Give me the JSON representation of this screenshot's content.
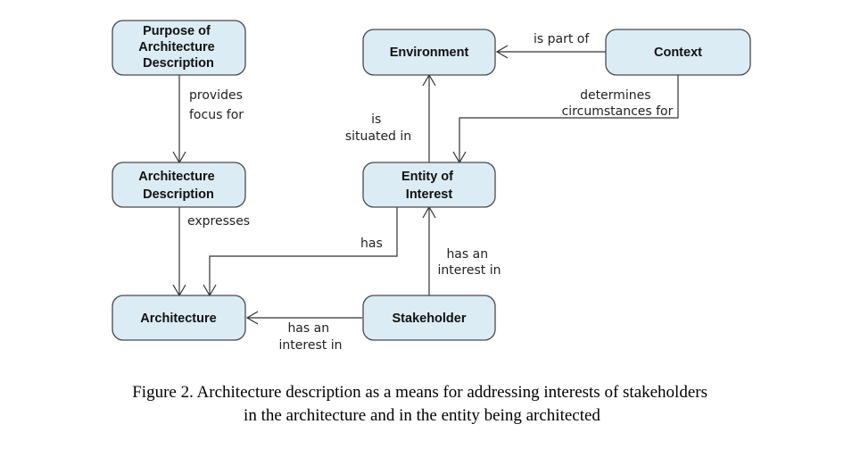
{
  "nodes": {
    "purpose": [
      "Purpose of",
      "Architecture",
      "Description"
    ],
    "architecture_description": [
      "Architecture",
      "Description"
    ],
    "architecture": [
      "Architecture"
    ],
    "environment": [
      "Environment"
    ],
    "context": [
      "Context"
    ],
    "entity_of_interest": [
      "Entity of",
      "Interest"
    ],
    "stakeholder": [
      "Stakeholder"
    ]
  },
  "edges": {
    "provides_focus_for": [
      "provides",
      "focus for"
    ],
    "expresses": [
      "expresses"
    ],
    "is_part_of": [
      "is part of"
    ],
    "determines_circumstances_for": [
      "determines",
      "circumstances for"
    ],
    "is_situated_in": [
      "is",
      "situated in"
    ],
    "has": [
      "has"
    ],
    "stakeholder_interest_entity": [
      "has an",
      "interest in"
    ],
    "stakeholder_interest_architecture": [
      "has an",
      "interest in"
    ]
  },
  "caption": {
    "line1": "Figure 2. Architecture description as a means for addressing interests of stakeholders",
    "line2": "in the architecture and in the entity being architected"
  }
}
